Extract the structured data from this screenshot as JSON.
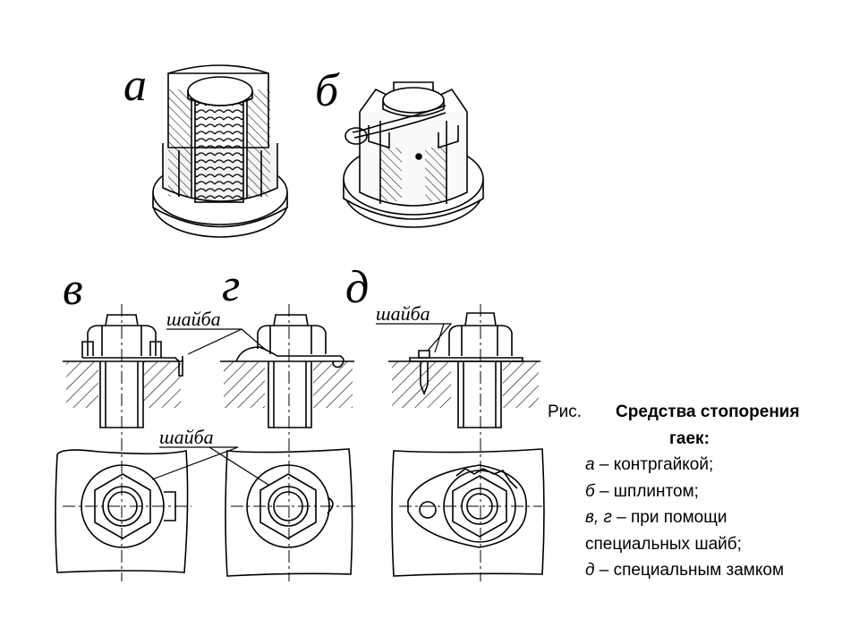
{
  "figure": {
    "labels": {
      "a": "а",
      "b": "б",
      "v": "в",
      "g": "г",
      "d": "д"
    },
    "washer_label": "шайба"
  },
  "caption": {
    "prefix": "Рис.",
    "title_line1": "Средства стопорения",
    "title_line2": "гаек",
    "title_suffix": ":",
    "items": [
      {
        "letter": "а",
        "text": " – контргайкой;"
      },
      {
        "letter": "б",
        "text": " – шплинтом;"
      },
      {
        "letter": "в, г",
        "text": " – при помощи"
      },
      {
        "letter": "",
        "text": "специальных шайб;"
      },
      {
        "letter": "д",
        "text": " – специальным замком"
      }
    ]
  }
}
